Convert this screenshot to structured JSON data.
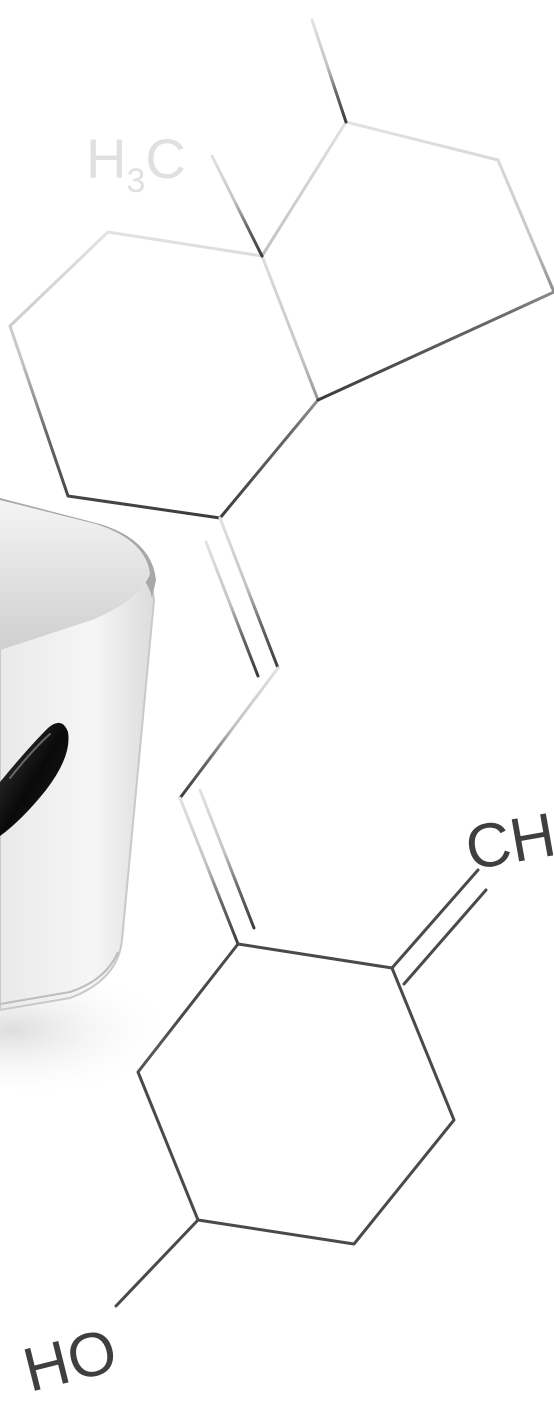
{
  "labels": {
    "methyl_top": {
      "main": "H",
      "sub": "3",
      "tail": "C"
    },
    "methylene": "CH",
    "hydroxyl": "HO"
  },
  "colors": {
    "background": "#ffffff",
    "bond_faint": "#d6d6d6",
    "bond_mid": "#bdbdbd",
    "bond_dark": "#4a4a4a",
    "device_body": "#f2f2f2",
    "device_shadow": "#cfcfcf",
    "device_slot": "#0f0f0f"
  },
  "icons": {
    "structure": "vitamin-d-structure-icon",
    "device": "analyzer-device-icon"
  }
}
